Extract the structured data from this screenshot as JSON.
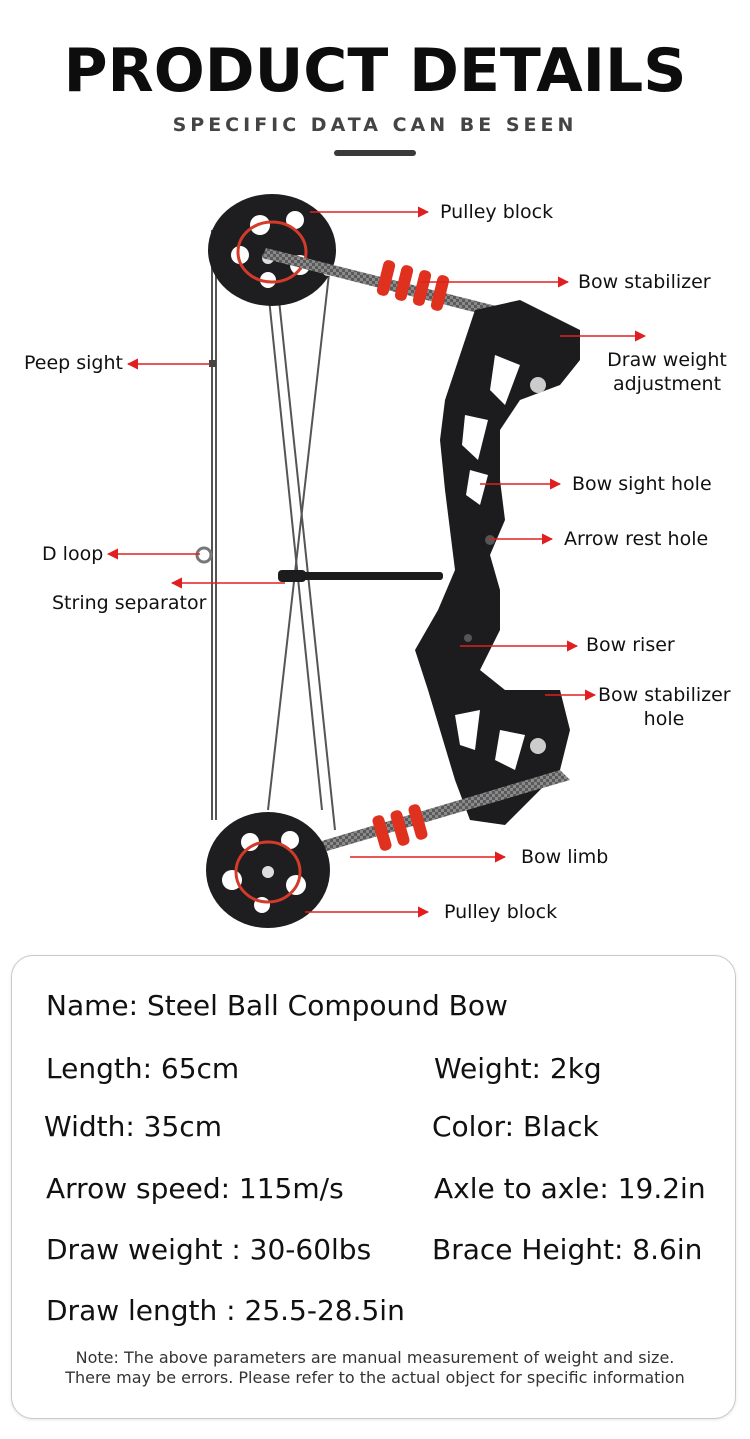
{
  "header": {
    "title": "PRODUCT DETAILS",
    "subtitle": "SPECIFIC DATA CAN BE SEEN"
  },
  "colors": {
    "arrow": "#e02020",
    "bow_body": "#1c1c1e",
    "accent_red": "#e0301e",
    "carbon": "#6b6b6b"
  },
  "callouts": {
    "pulley_block_top": "Pulley block",
    "bow_stabilizer": "Bow stabilizer",
    "draw_weight_adjustment_line1": "Draw weight",
    "draw_weight_adjustment_line2": "adjustment",
    "peep_sight": "Peep sight",
    "bow_sight_hole": "Bow sight hole",
    "arrow_rest_hole": "Arrow rest hole",
    "d_loop": "D loop",
    "string_separator": "String separator",
    "bow_riser": "Bow riser",
    "bow_stabilizer_hole_line1": "Bow stabilizer",
    "bow_stabilizer_hole_line2": "hole",
    "bow_limb": "Bow limb",
    "pulley_block_bottom": "Pulley block"
  },
  "specs": {
    "name": "Name: Steel Ball Compound  Bow",
    "length": "Length: 65cm",
    "weight": "Weight: 2kg",
    "width": "Width: 35cm",
    "color": "Color: Black",
    "arrow_speed": "Arrow speed: 115m/s",
    "axle_to_axle": "Axle to axle: 19.2in",
    "draw_weight": "Draw weight : 30-60lbs",
    "brace_height": "Brace Height: 8.6in",
    "draw_length": "Draw length : 25.5-28.5in"
  },
  "note": {
    "line1": "Note: The above parameters are manual measurement of weight and size.",
    "line2": "There may be errors. Please refer to the actual object for specific information"
  }
}
